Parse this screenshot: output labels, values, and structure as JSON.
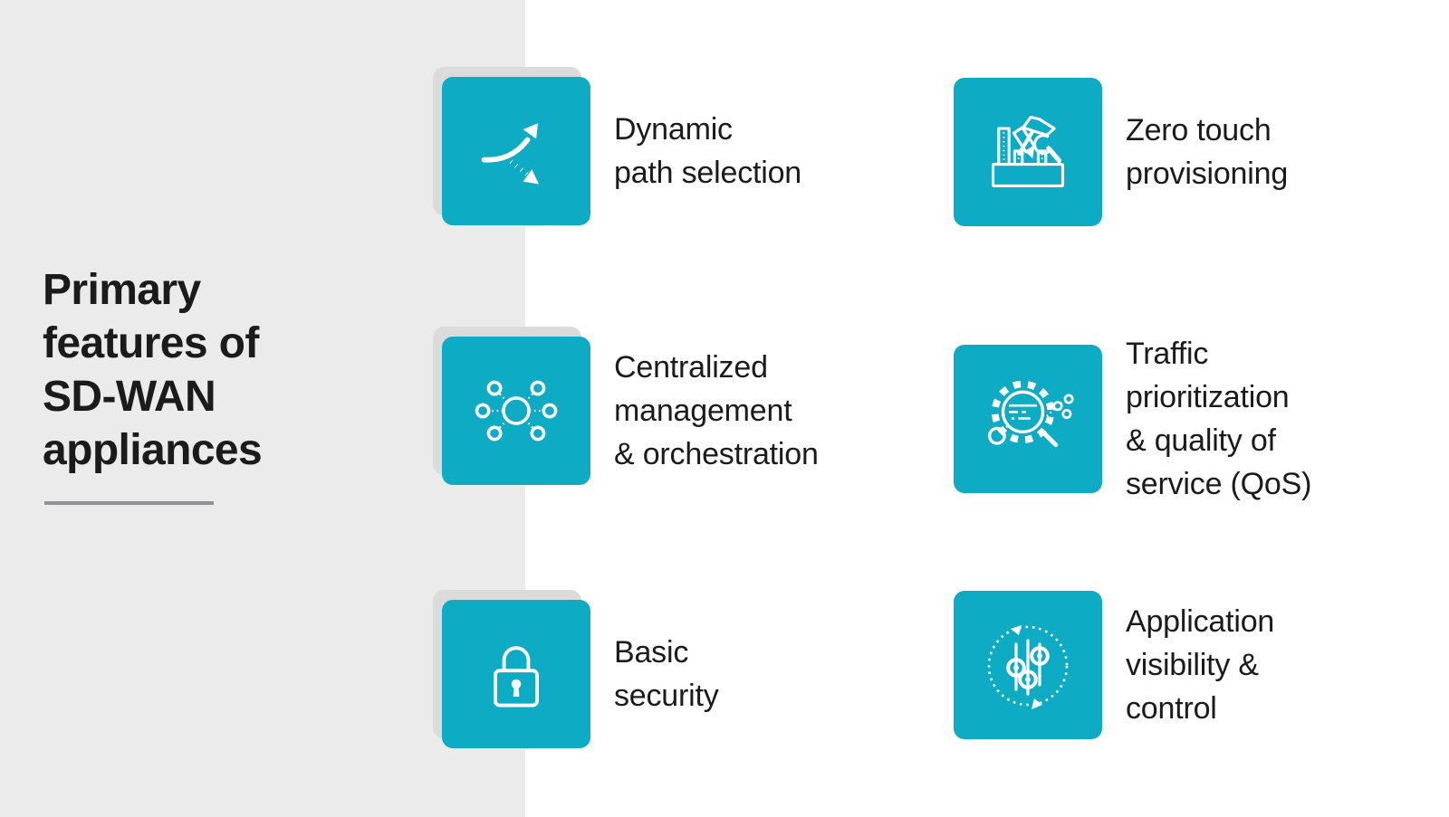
{
  "title_panel": {
    "title_lines": [
      "Primary",
      "features of",
      "SD-WAN",
      "appliances"
    ]
  },
  "features": [
    {
      "icon": "diverging-arrows-icon",
      "label_lines": [
        "Dynamic",
        "path selection"
      ]
    },
    {
      "icon": "tools-icon",
      "label_lines": [
        "Zero touch",
        "provisioning"
      ]
    },
    {
      "icon": "hub-network-icon",
      "label_lines": [
        "Centralized",
        "management",
        "& orchestration"
      ]
    },
    {
      "icon": "gear-magnifier-icon",
      "label_lines": [
        "Traffic",
        "prioritization",
        "& quality of",
        "service (QoS)"
      ]
    },
    {
      "icon": "padlock-icon",
      "label_lines": [
        "Basic",
        "security"
      ]
    },
    {
      "icon": "sliders-icon",
      "label_lines": [
        "Application",
        "visibility &",
        "control"
      ]
    }
  ],
  "colors": {
    "tile_teal": "#0eabc4",
    "panel_gray": "#ebebeb",
    "shadow_gray": "#dbdbdb",
    "text_dark": "#1b1b1b",
    "underline_gray": "#8f9397",
    "icon_white": "#ffffff",
    "background": "#ffffff"
  }
}
